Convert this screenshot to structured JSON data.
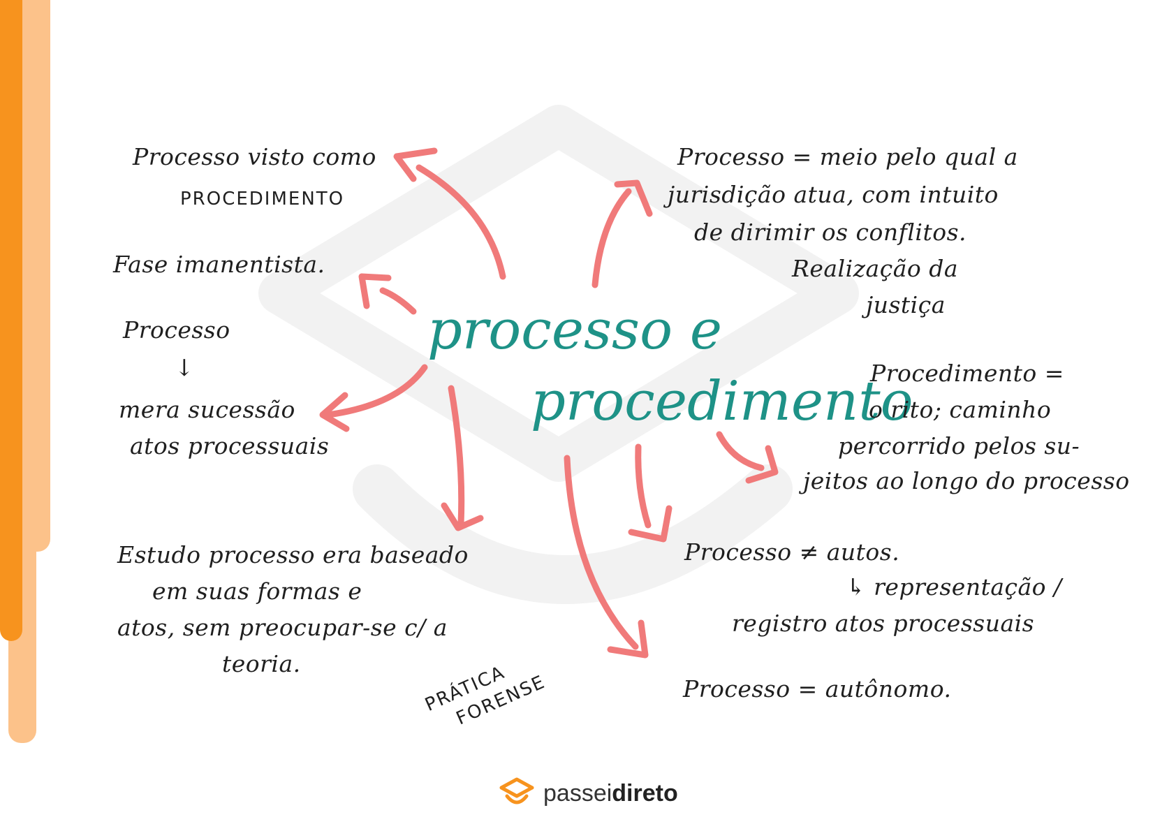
{
  "title": {
    "line1": "processo e",
    "line2": "procedimento"
  },
  "notes": {
    "procedimento_visto": {
      "line1": "Processo visto como",
      "line2": "PROCEDIMENTO"
    },
    "fase": "Fase imanentista.",
    "processo_sucessao": {
      "line1": "Processo",
      "arrow": "↓",
      "line2": "mera sucessão",
      "line3": "atos processuais"
    },
    "estudo": {
      "line1": "Estudo processo era baseado",
      "line2": "em suas formas e",
      "line3": "atos, sem preocupar-se c/ a",
      "line4": "teoria."
    },
    "pratica": {
      "line1": "PRÁTICA",
      "line2": "FORENSE"
    },
    "processo_meio": {
      "line1": "Processo = meio pelo qual a",
      "line2": "jurisdição atua, com intuito",
      "line3": "de dirimir os conflitos.",
      "line4": "Realização da",
      "line5": "justiça"
    },
    "procedimento_rito": {
      "line1": "Procedimento =",
      "line2": "o rito; caminho",
      "line3": "percorrido pelos su-",
      "line4": "jeitos ao longo do processo"
    },
    "processo_autos": {
      "line1": "Processo ≠ autos.",
      "line2": "↳ representação /",
      "line3": "registro atos processuais"
    },
    "processo_autonomo": "Processo = autônomo."
  },
  "logo": {
    "prefix": "passei",
    "suffix": "direto"
  },
  "colors": {
    "title": "#1e9287",
    "arrows": "#f07a7a",
    "stripe_dark": "#f7931e",
    "stripe_light": "#fcc28a",
    "logo_accent": "#f7931e"
  }
}
